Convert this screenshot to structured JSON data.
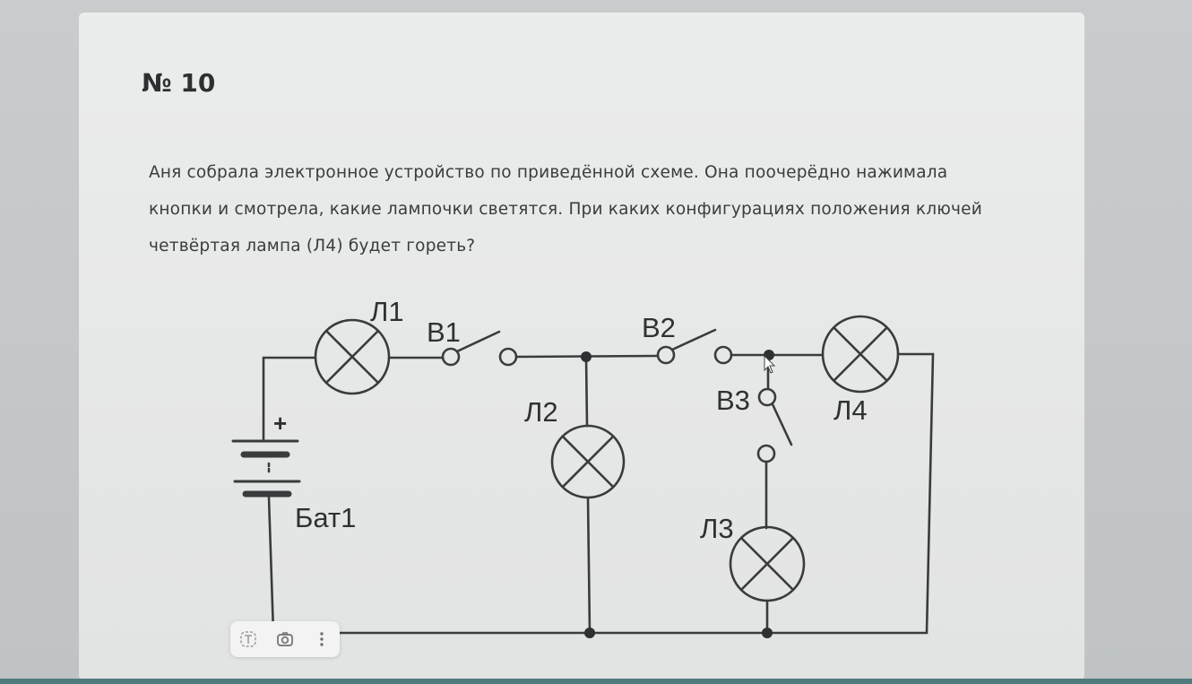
{
  "task": {
    "number": "№ 10",
    "text": "Аня собрала электронное устройство по приведённой схеме. Она поочерёдно нажимала кнопки и смотрела, какие лампочки светятся. При каких конфигурациях положения ключей четвёртая лампа (Л4) будет гореть?"
  },
  "circuit": {
    "labels": {
      "lamp1": "Л1",
      "lamp2": "Л2",
      "lamp3": "Л3",
      "lamp4": "Л4",
      "switch1": "В1",
      "switch2": "В2",
      "switch3": "В3",
      "battery": "Бат1",
      "plus": "+"
    }
  },
  "toolbar": {
    "icons": [
      "text-tool-icon",
      "camera-icon",
      "more-vertical-icon"
    ]
  }
}
